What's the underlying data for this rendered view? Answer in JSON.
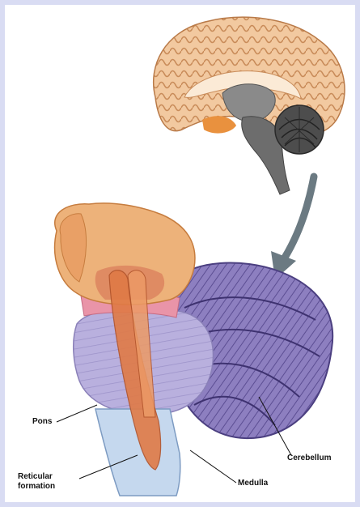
{
  "labels": {
    "pons": "Pons",
    "cerebellum": "Cerebellum",
    "reticular_formation": "Reticular\nformation",
    "medulla": "Medulla"
  },
  "colors": {
    "frame": "#d9dcf3",
    "cortex": "#f2c9a0",
    "brainstem_gray": "#6d6d6d",
    "cerebellum_purple": "#8d7fc0",
    "pons_lavender": "#b9b0de",
    "thalamus_orange": "#e9a76a",
    "reticular_orange": "#e07a46",
    "medulla_blue": "#c5d8ee",
    "pink_band": "#e994a8",
    "arrow": "#6b7a82"
  }
}
